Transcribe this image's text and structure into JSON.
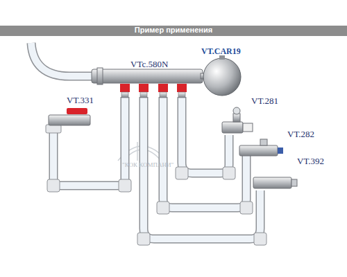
{
  "diagram": {
    "title": "Пример применения",
    "labels": [
      "VTc.580N",
      "VT.CAR19",
      "VT.331",
      "VT.281",
      "VT.282",
      "VT.392",
      "\"КОК КОМПАНИ\""
    ]
  }
}
